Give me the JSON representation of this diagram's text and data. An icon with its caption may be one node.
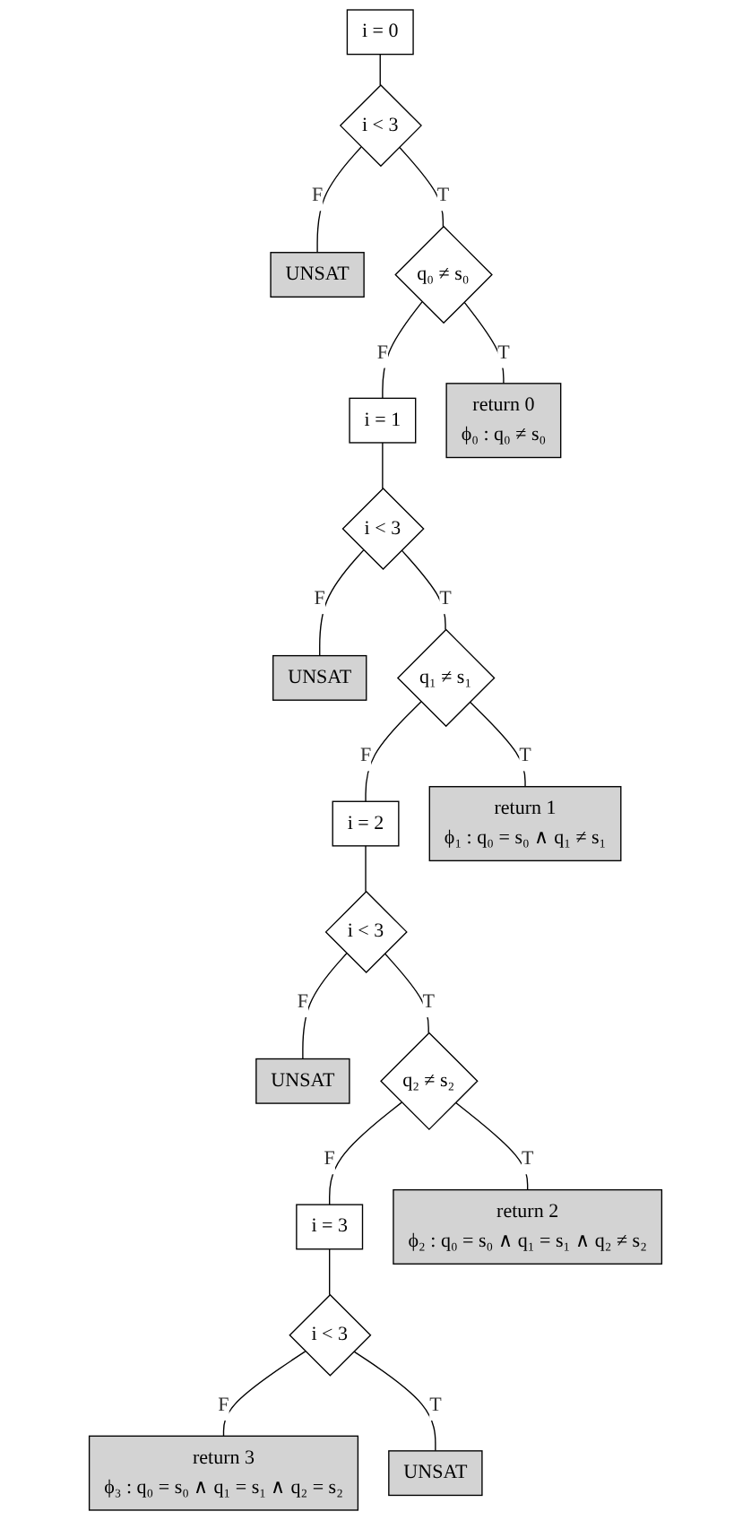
{
  "diagram": {
    "nodes": [
      {
        "text": [
          "i = 0"
        ]
      },
      {
        "text": [
          "i < 3"
        ]
      },
      {
        "text": [
          "UNSAT"
        ]
      },
      {
        "text": [
          "q₀ ≠ s₀"
        ]
      },
      {
        "text": [
          "i = 1"
        ]
      },
      {
        "text": [
          "return 0",
          "ϕ₀ : q₀ ≠ s₀"
        ]
      },
      {
        "text": [
          "i < 3"
        ]
      },
      {
        "text": [
          "UNSAT"
        ]
      },
      {
        "text": [
          "q₁ ≠ s₁"
        ]
      },
      {
        "text": [
          "i = 2"
        ]
      },
      {
        "text": [
          "return 1",
          "ϕ₁ : q₀ = s₀ ∧ q₁ ≠ s₁"
        ]
      },
      {
        "text": [
          "i < 3"
        ]
      },
      {
        "text": [
          "UNSAT"
        ]
      },
      {
        "text": [
          "q₂ ≠ s₂"
        ]
      },
      {
        "text": [
          "i = 3"
        ]
      },
      {
        "text": [
          "return 2",
          "ϕ₂ : q₀ = s₀ ∧ q₁ = s₁ ∧ q₂ ≠ s₂"
        ]
      },
      {
        "text": [
          "i < 3"
        ]
      },
      {
        "text": [
          "return 3",
          "ϕ₃ : q₀ = s₀ ∧ q₁ = s₁ ∧ q₂ = s₂"
        ]
      },
      {
        "text": [
          "UNSAT"
        ]
      }
    ],
    "edges": [
      {
        "from": 0,
        "to": 1,
        "arrow": "none"
      },
      {
        "from": 1,
        "to": 2,
        "arrow": "none",
        "label": "F"
      },
      {
        "from": 1,
        "to": 3,
        "arrow": "none",
        "label": "T"
      },
      {
        "from": 3,
        "to": 4,
        "arrow": "none",
        "label": "F"
      },
      {
        "from": 3,
        "to": 5,
        "arrow": "none",
        "label": "T"
      },
      {
        "from": 4,
        "to": 6,
        "arrow": "none"
      },
      {
        "from": 6,
        "to": 7,
        "arrow": "none",
        "label": "F"
      },
      {
        "from": 6,
        "to": 8,
        "arrow": "none",
        "label": "T"
      },
      {
        "from": 8,
        "to": 9,
        "arrow": "none",
        "label": "F"
      },
      {
        "from": 8,
        "to": 10,
        "arrow": "none",
        "label": "T"
      },
      {
        "from": 9,
        "to": 11,
        "arrow": "none"
      },
      {
        "from": 11,
        "to": 12,
        "arrow": "none",
        "label": "F"
      },
      {
        "from": 11,
        "to": 13,
        "arrow": "none",
        "label": "T"
      },
      {
        "from": 13,
        "to": 14,
        "arrow": "none",
        "label": "F"
      },
      {
        "from": 13,
        "to": 15,
        "arrow": "none",
        "label": "T"
      },
      {
        "from": 14,
        "to": 16,
        "arrow": "none"
      },
      {
        "from": 16,
        "to": 17,
        "arrow": "none",
        "label": "F"
      },
      {
        "from": 16,
        "to": 18,
        "arrow": "none",
        "label": "T"
      }
    ]
  }
}
